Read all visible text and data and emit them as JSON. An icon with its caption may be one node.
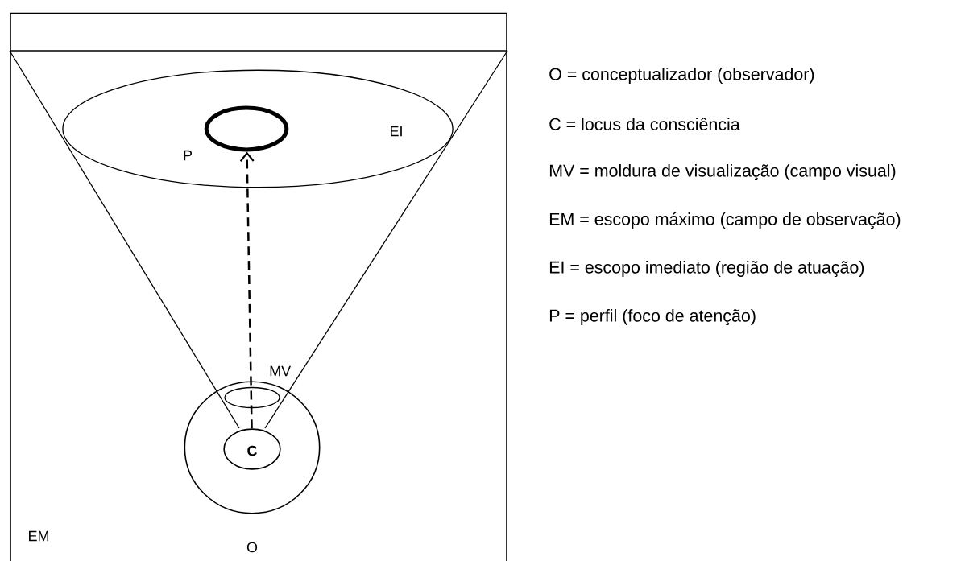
{
  "diagram": {
    "nodes": [
      {
        "text": [
          "EM"
        ]
      },
      {
        "text": [],
        "shape": "circle",
        "beside": [
          "O"
        ],
        "in": 0
      },
      {
        "text": [
          "C"
        ],
        "in": 1
      },
      {
        "text": [
          "EI"
        ],
        "in": 0
      },
      {
        "text": [],
        "shape": "circle",
        "beside": [
          "P"
        ],
        "in": 3
      }
    ],
    "edges": [
      {
        "from": 2,
        "to": 4,
        "arrow": "to",
        "style": "dashed"
      }
    ],
    "labels": [
      "MV",
      "O = conceptualizador (observador)",
      "C = locus da consciência",
      "MV = moldura de visualização (campo visual)",
      "EM = escopo máximo (campo de observação)",
      "EI = escopo imediato (região de atuação)",
      "P = perfil (foco de atenção)"
    ]
  }
}
